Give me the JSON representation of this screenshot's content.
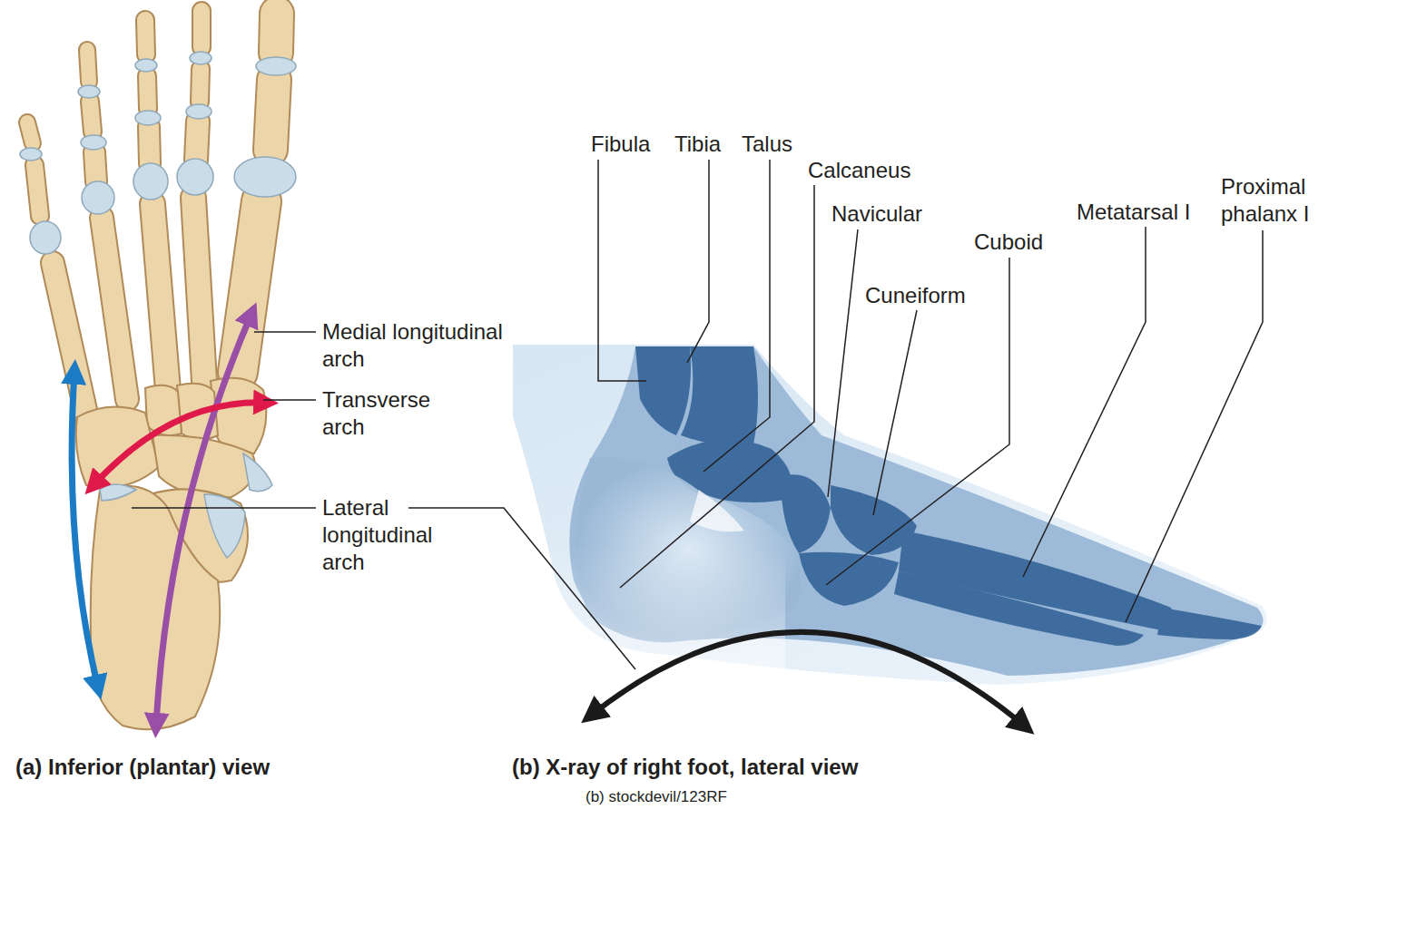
{
  "diagram": {
    "labels": [
      "Medial longitudinal arch",
      "Transverse arch",
      "Lateral longitudinal arch",
      "Fibula",
      "Tibia",
      "Talus",
      "Calcaneus",
      "Navicular",
      "Metatarsal I",
      "Proximal phalanx I",
      "Cuboid",
      "Cuneiform",
      "(a) Inferior (plantar) view",
      "(b) X-ray of right foot, lateral view",
      "(b) stockdevil/123RF"
    ]
  }
}
